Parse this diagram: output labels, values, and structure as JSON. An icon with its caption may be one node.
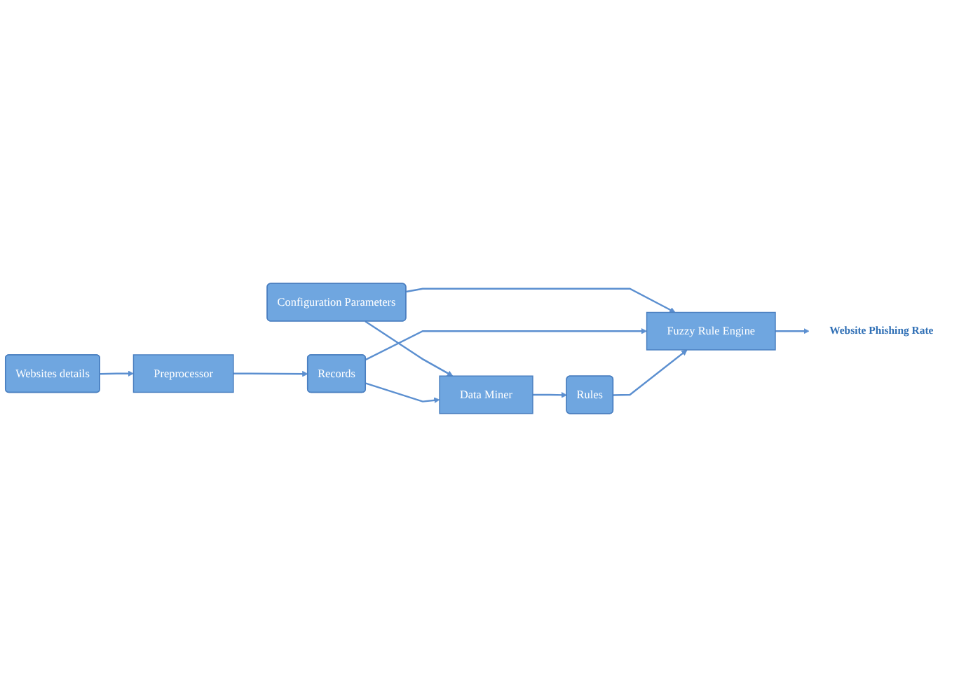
{
  "diagram": {
    "nodes": [
      {
        "text": [
          "Configuration Parameters"
        ]
      },
      {
        "text": [
          "Data Miner"
        ]
      },
      {
        "text": [
          "Preprocessor"
        ]
      },
      {
        "text": [
          "Records"
        ]
      },
      {
        "text": [
          "Rules"
        ]
      },
      {
        "text": [
          "Websites details"
        ]
      },
      {
        "text": [
          "Fuzzy Rule Engine"
        ]
      },
      {
        "text": [
          "Website Phishing Rate"
        ]
      }
    ],
    "edges": [
      {
        "from": 0,
        "to": 1,
        "arrow": "to"
      },
      {
        "from": 0,
        "to": 6,
        "arrow": "to"
      },
      {
        "from": 2,
        "to": 3,
        "arrow": "to"
      },
      {
        "from": 5,
        "to": 2,
        "arrow": "to"
      },
      {
        "from": 3,
        "to": 1,
        "arrow": "to"
      },
      {
        "from": 3,
        "to": 6,
        "arrow": "to"
      },
      {
        "from": 1,
        "to": 4,
        "arrow": "to"
      },
      {
        "from": 4,
        "to": 6,
        "arrow": "to"
      },
      {
        "from": 6,
        "to": 7,
        "arrow": "to"
      }
    ]
  }
}
